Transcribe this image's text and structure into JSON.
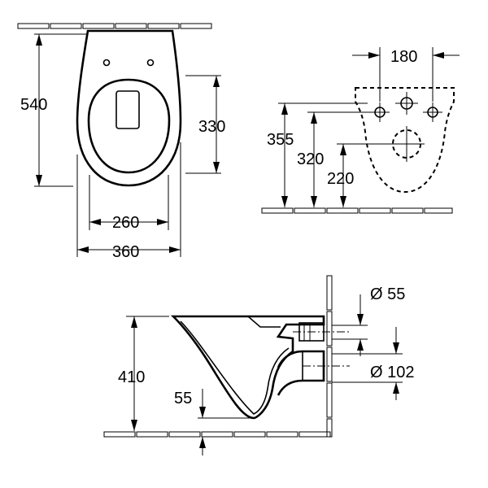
{
  "drawing": {
    "top_view": {
      "height_label": "540",
      "seat_length_label": "330",
      "inner_width_label": "260",
      "outer_width_label": "360"
    },
    "rear_view": {
      "bolt_spacing_label": "180",
      "height_355_label": "355",
      "height_320_label": "320",
      "height_220_label": "220"
    },
    "side_view": {
      "height_label": "410",
      "base_offset_label": "55",
      "pipe_small_label": "Ø 55",
      "pipe_large_label": "Ø 102"
    }
  }
}
